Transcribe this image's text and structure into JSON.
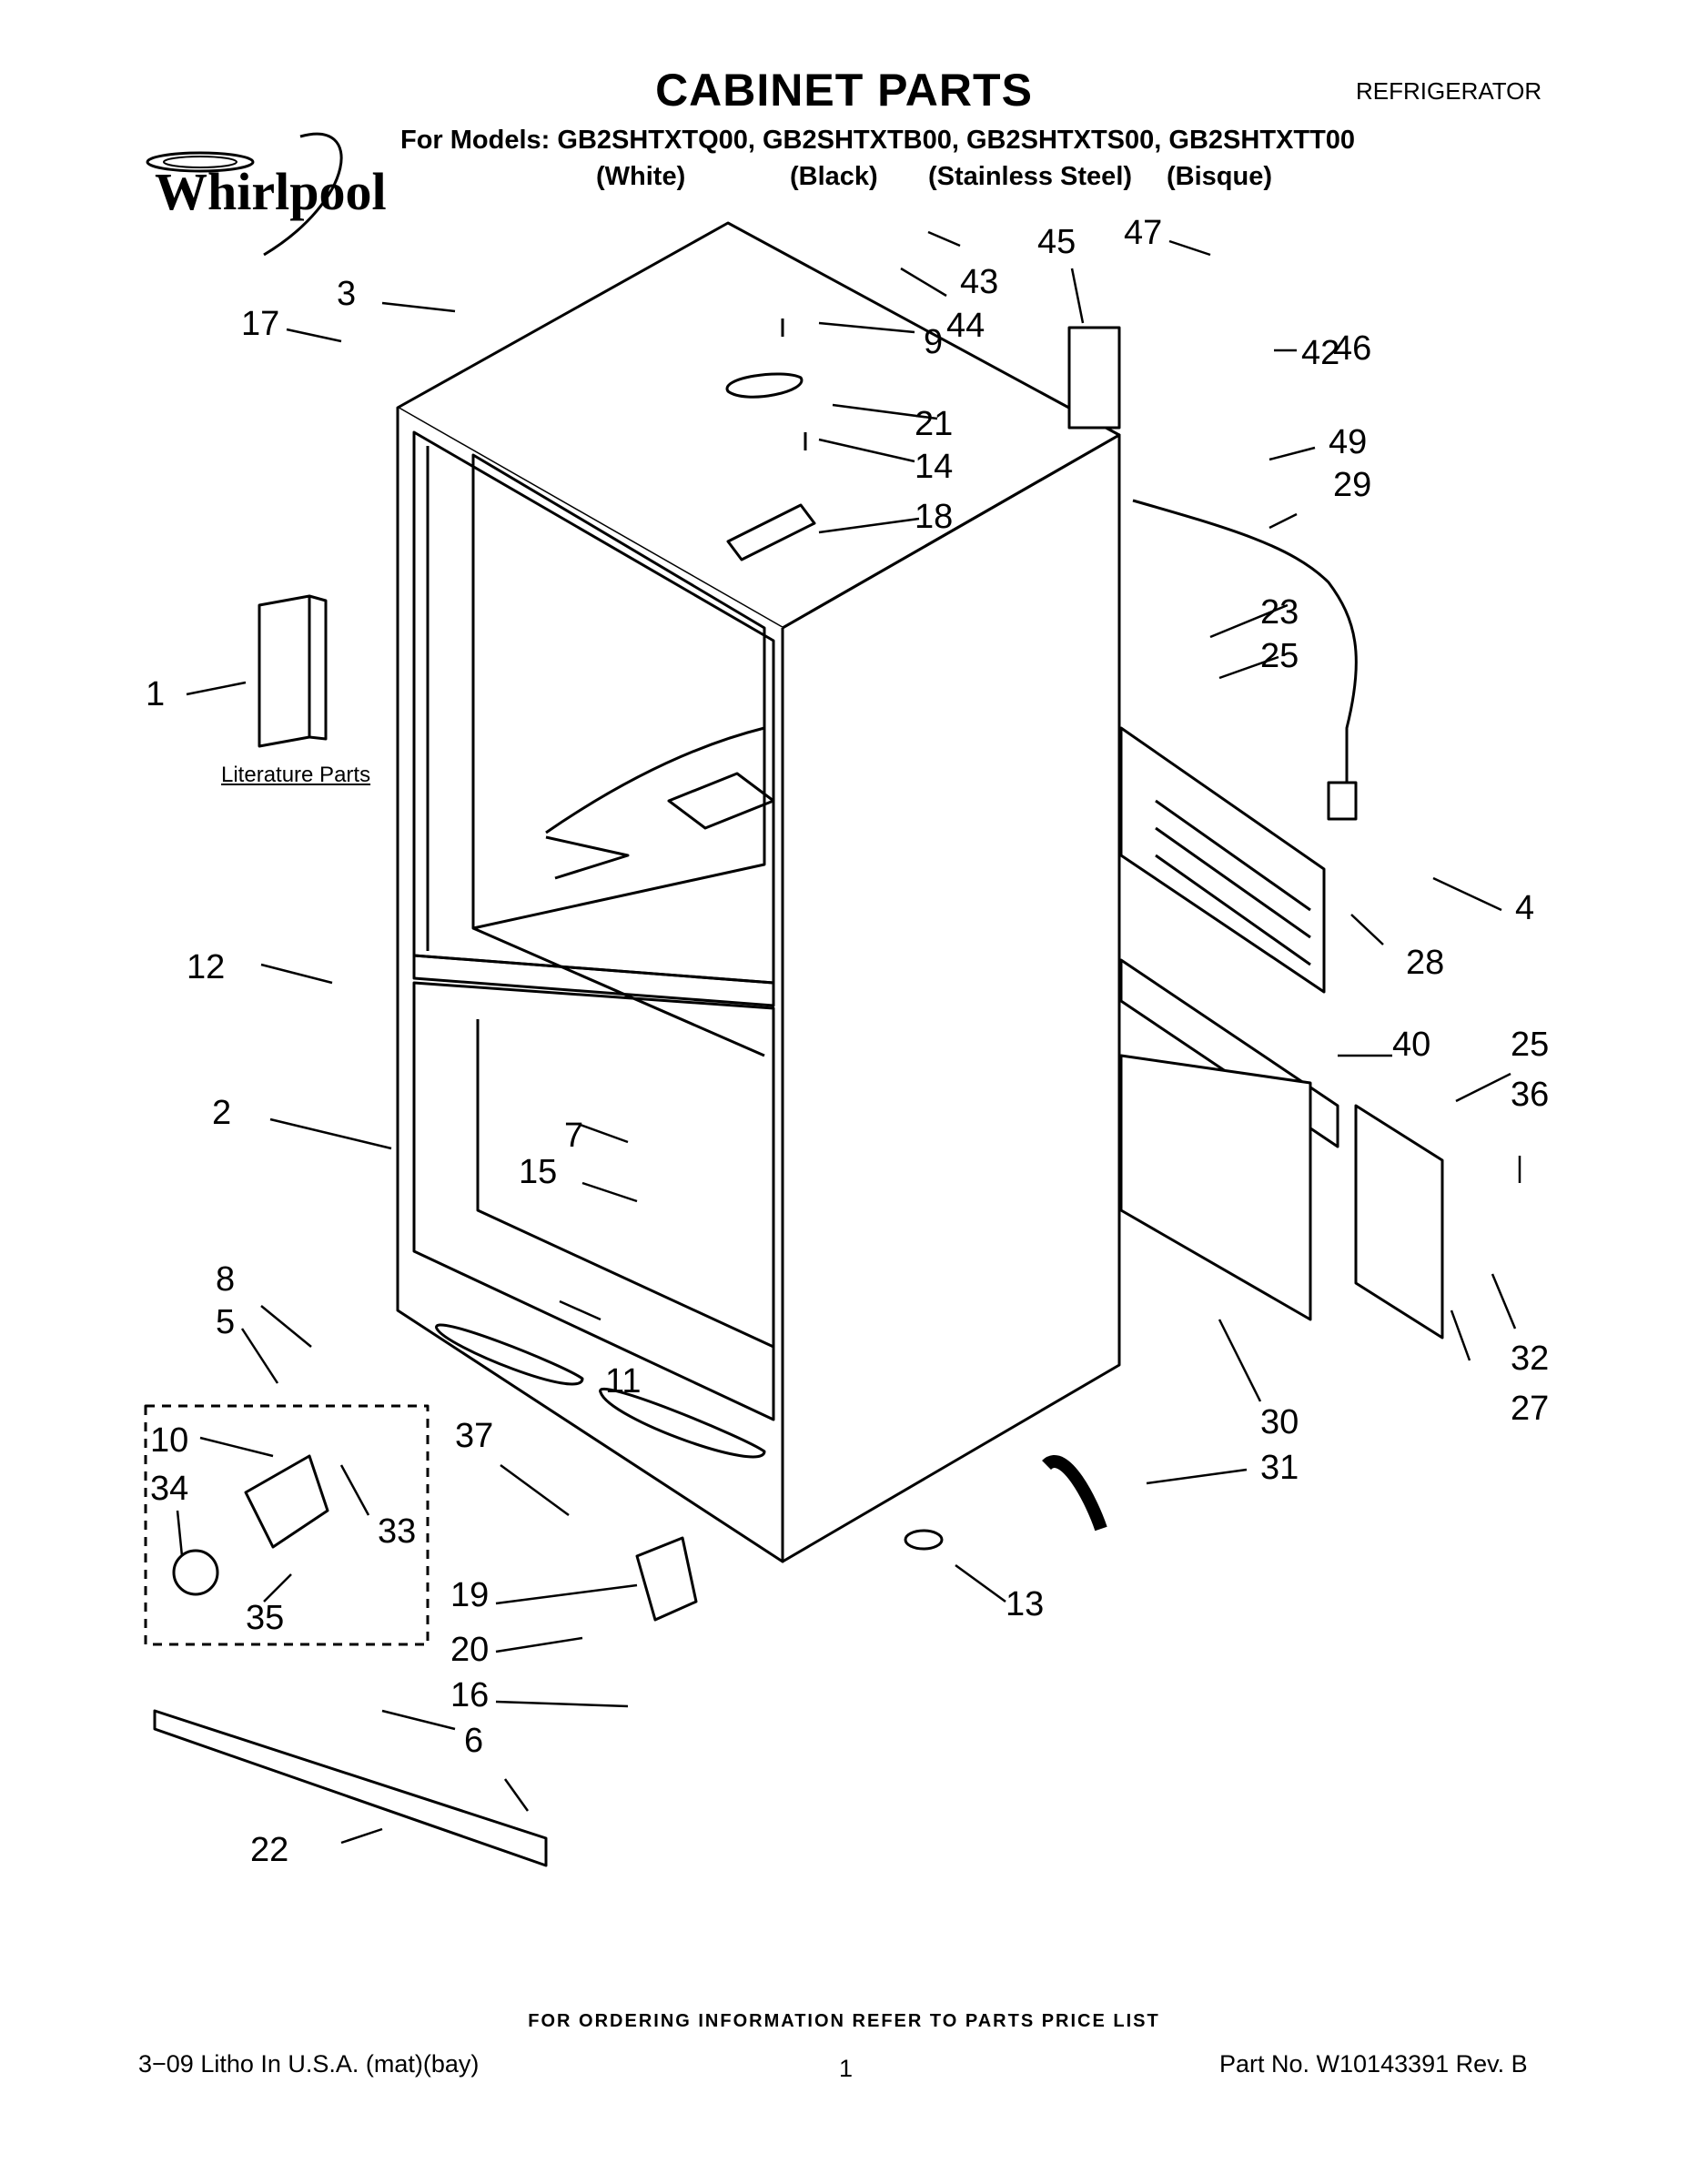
{
  "header": {
    "title": "CABINET PARTS",
    "category": "REFRIGERATOR",
    "models": "For Models: GB2SHTXTQ00, GB2SHTXTB00, GB2SHTXTS00, GB2SHTXTT00",
    "finishes": [
      "(White)",
      "(Black)",
      "(Stainless Steel)",
      "(Bisque)"
    ],
    "brand": "Whirlpool"
  },
  "literature_label": "Literature Parts",
  "callouts": [
    "1",
    "2",
    "3",
    "4",
    "5",
    "6",
    "7",
    "8",
    "9",
    "10",
    "11",
    "12",
    "13",
    "14",
    "15",
    "16",
    "17",
    "18",
    "19",
    "20",
    "21",
    "22",
    "23",
    "25",
    "25",
    "27",
    "28",
    "29",
    "30",
    "31",
    "32",
    "33",
    "34",
    "35",
    "36",
    "37",
    "40",
    "42",
    "43",
    "44",
    "45",
    "46",
    "47",
    "49"
  ],
  "footer": {
    "ordering": "FOR ORDERING INFORMATION REFER TO PARTS PRICE LIST",
    "litho": "3−09 Litho In U.S.A. (mat)(bay)",
    "page": "1",
    "part_no": "Part No. W10143391 Rev. B"
  }
}
